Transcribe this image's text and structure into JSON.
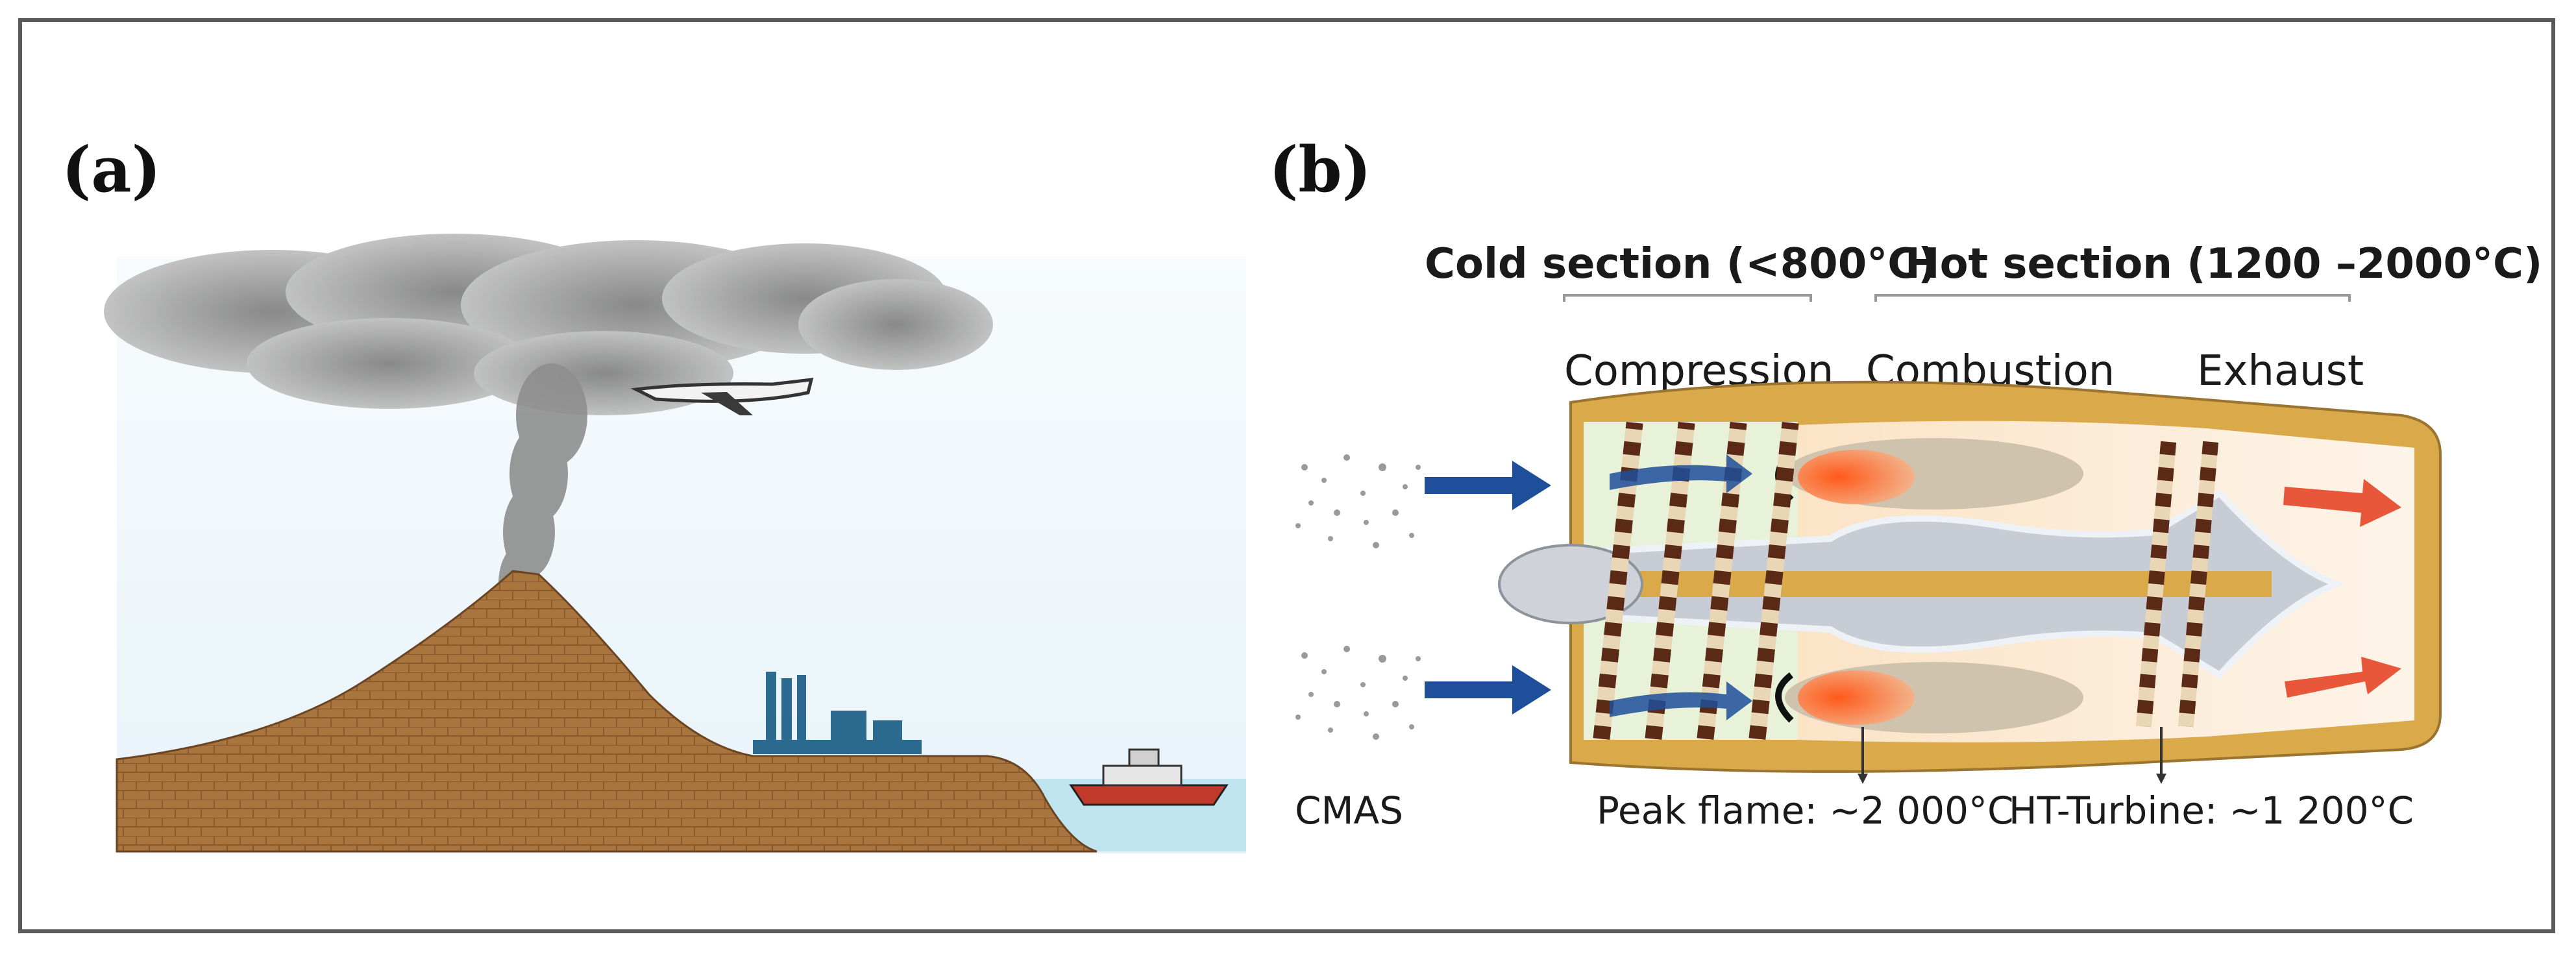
{
  "panel_a": {
    "label": "(a)"
  },
  "panel_b": {
    "label": "(b)",
    "cold_section_label": "Cold section (<800°C)",
    "hot_section_label": "Hot section (1200 –2000°C)",
    "stages": [
      "Compression",
      "Combustion",
      "Exhaust"
    ],
    "particles_label": "CMAS",
    "peak_flame_label": "Peak flame: ~2 000°C",
    "turbine_label": "HT-Turbine: ~1 200°C"
  },
  "colors": {
    "ground": "#a8753f",
    "smoke": "#9a9a9a",
    "water": "#bfe3ef",
    "engine_casing": "#d9a94a",
    "core": "#c8ccd4",
    "flame": "#f07a2a",
    "inlet_arrow": "#1f4f9a",
    "exhaust_arrow": "#e8573a"
  }
}
